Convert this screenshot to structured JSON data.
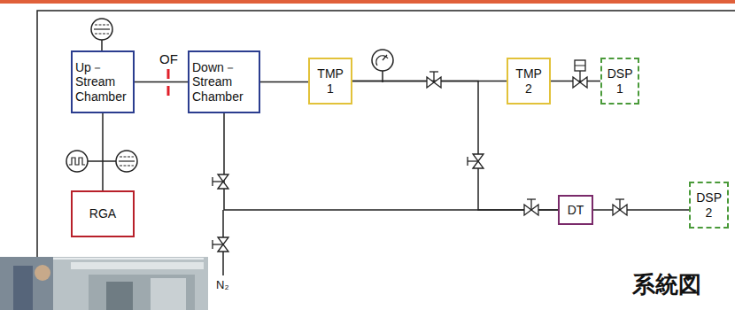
{
  "diagram": {
    "nodes": [
      {
        "text": [
          "Up－ Stream Chamber"
        ]
      },
      {
        "text": [
          "Down－ Stream Chamber"
        ]
      },
      {
        "text": [
          "TMP 1"
        ]
      },
      {
        "text": [
          "TMP 2"
        ]
      },
      {
        "text": [
          "DSP 1"
        ]
      },
      {
        "text": [
          "RGA"
        ]
      },
      {
        "text": [
          "DT"
        ]
      },
      {
        "text": [
          "DSP 2"
        ]
      }
    ],
    "edges": [
      {
        "from": 0,
        "to": 1,
        "arrow": "none"
      },
      {
        "from": 0,
        "to": 5,
        "arrow": "none"
      },
      {
        "from": 1,
        "to": 2,
        "arrow": "none"
      },
      {
        "from": 2,
        "to": 3,
        "arrow": "none"
      },
      {
        "from": 3,
        "to": 4,
        "arrow": "none"
      },
      {
        "from": 1,
        "to": 6,
        "arrow": "none"
      },
      {
        "from": 2,
        "to": 6,
        "arrow": "none"
      },
      {
        "from": 6,
        "to": 7,
        "arrow": "none"
      }
    ],
    "labels": [
      "OF",
      "N₂",
      "系統図"
    ]
  }
}
